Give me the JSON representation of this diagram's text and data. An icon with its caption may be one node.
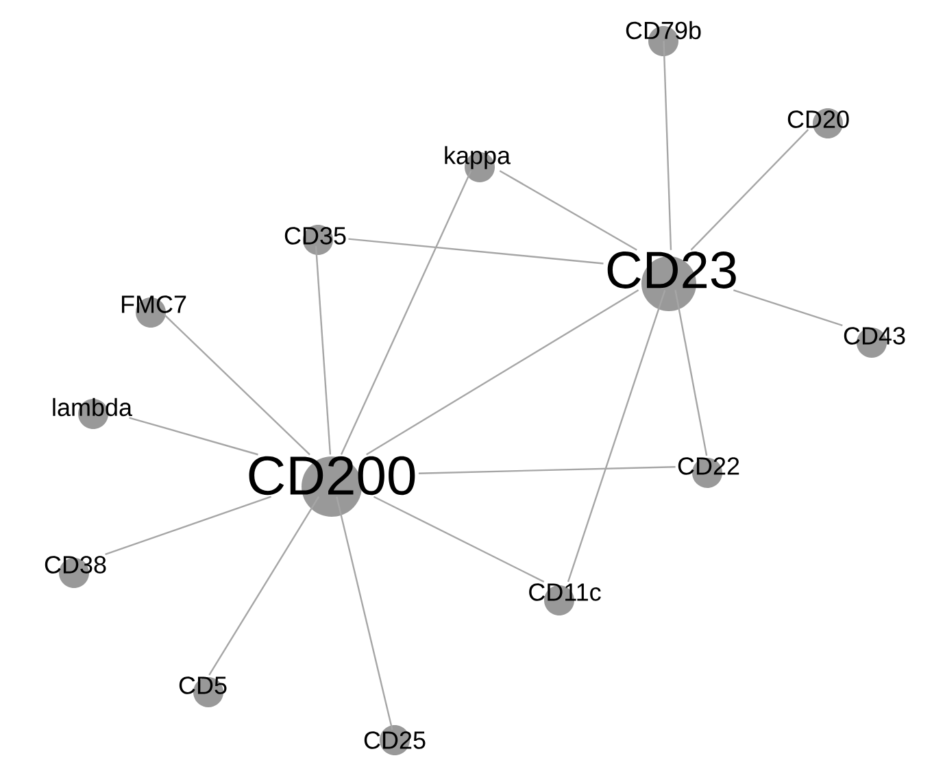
{
  "diagram": {
    "nodes": [
      {
        "text": [
          "CD200"
        ]
      },
      {
        "text": [
          "CD23"
        ]
      },
      {
        "text": [
          "CD79b"
        ]
      },
      {
        "text": [
          "CD20"
        ]
      },
      {
        "text": [
          "kappa"
        ]
      },
      {
        "text": [
          "CD35"
        ]
      },
      {
        "text": [
          "FMC7"
        ]
      },
      {
        "text": [
          "CD43"
        ]
      },
      {
        "text": [
          "lambda"
        ]
      },
      {
        "text": [
          "CD22"
        ]
      },
      {
        "text": [
          "CD38"
        ]
      },
      {
        "text": [
          "CD11c"
        ]
      },
      {
        "text": [
          "CD5"
        ]
      },
      {
        "text": [
          "CD25"
        ]
      }
    ],
    "edges": [
      {
        "from": 1,
        "to": 2,
        "arrow": "none"
      },
      {
        "from": 1,
        "to": 3,
        "arrow": "none"
      },
      {
        "from": 1,
        "to": 4,
        "arrow": "none"
      },
      {
        "from": 1,
        "to": 5,
        "arrow": "none"
      },
      {
        "from": 1,
        "to": 7,
        "arrow": "none"
      },
      {
        "from": 1,
        "to": 9,
        "arrow": "none"
      },
      {
        "from": 1,
        "to": 11,
        "arrow": "none"
      },
      {
        "from": 1,
        "to": 0,
        "arrow": "none"
      },
      {
        "from": 0,
        "to": 4,
        "arrow": "none"
      },
      {
        "from": 0,
        "to": 5,
        "arrow": "none"
      },
      {
        "from": 0,
        "to": 6,
        "arrow": "none"
      },
      {
        "from": 0,
        "to": 8,
        "arrow": "none"
      },
      {
        "from": 0,
        "to": 9,
        "arrow": "none"
      },
      {
        "from": 0,
        "to": 10,
        "arrow": "none"
      },
      {
        "from": 0,
        "to": 11,
        "arrow": "none"
      },
      {
        "from": 0,
        "to": 12,
        "arrow": "none"
      },
      {
        "from": 0,
        "to": 13,
        "arrow": "none"
      }
    ]
  }
}
